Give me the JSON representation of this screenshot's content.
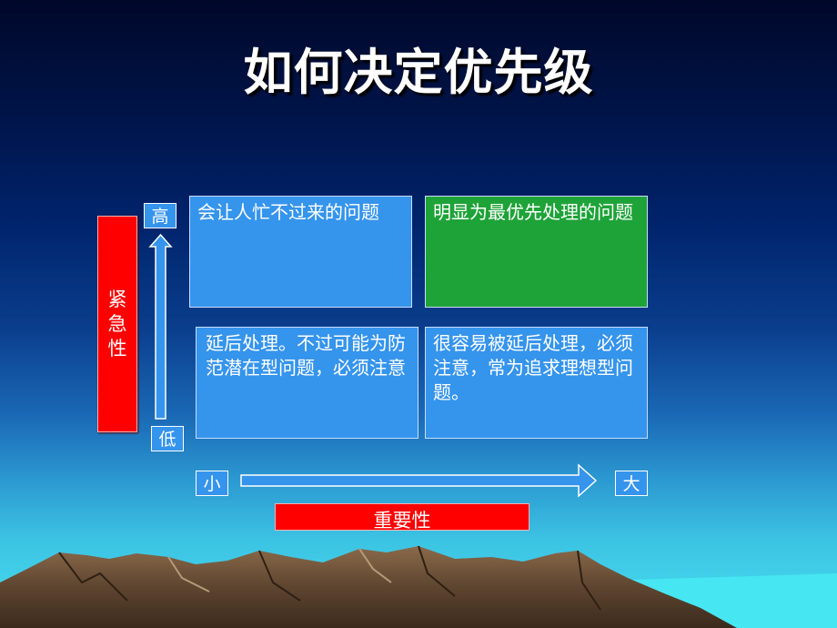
{
  "slide": {
    "title": "如何决定优先级",
    "quadrants": {
      "top_left": "会让人忙不过来的问题",
      "top_right": "明显为最优先处理的问题",
      "bottom_left": "延后处理。不过可能为防范潜在型问题，必须注意",
      "bottom_right": "很容易被延后处理，必须注意，常为追求理想型问题。"
    },
    "axes": {
      "y_label": "紧急性",
      "y_high": "高",
      "y_low": "低",
      "x_label": "重要性",
      "x_low": "小",
      "x_high": "大"
    },
    "colors": {
      "box_blue": "#3594ec",
      "box_green": "#1ea338",
      "label_red": "#ff0000"
    }
  }
}
